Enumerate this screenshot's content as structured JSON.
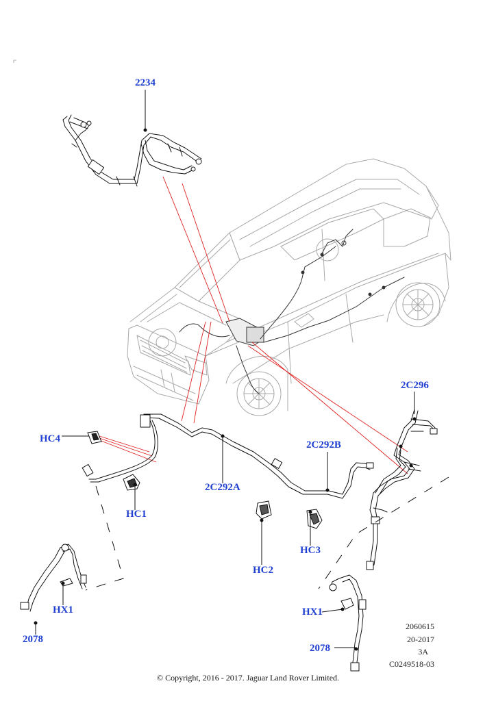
{
  "callouts": {
    "c2234": "2234",
    "c2c296": "2C296",
    "hc4": "HC4",
    "c2c292b": "2C292B",
    "hc1": "HC1",
    "c2c292a": "2C292A",
    "hc2": "HC2",
    "hc3": "HC3",
    "hx1_left": "HX1",
    "hx1_right": "HX1",
    "c2078_left": "2078",
    "c2078_right": "2078"
  },
  "reference": {
    "line1": "2060615",
    "line2": "20-2017",
    "line3": "3A",
    "line4": "C0249518-03"
  },
  "copyright": "© Copyright, 2016 - 2017. Jaguar Land Rover Limited.",
  "colors": {
    "callout": "#1f3fd1",
    "leader": "#e02020",
    "line": "#111111",
    "car": "#9a9a9a"
  }
}
